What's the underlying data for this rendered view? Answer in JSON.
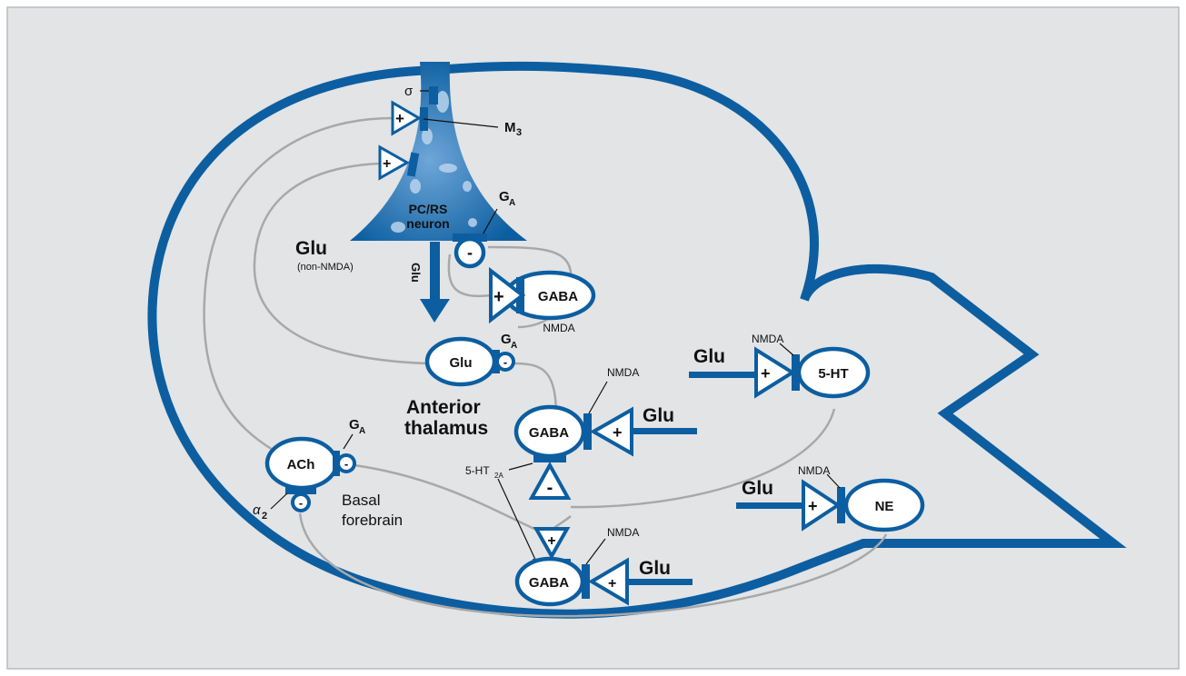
{
  "colors": {
    "panel_bg": "#e2e4e6",
    "panel_border": "#b8babd",
    "brain_outline": "#0c5ea0",
    "connection": "#a8a8a8",
    "neuron_fill": "#ffffff"
  },
  "labels": {
    "sigma": "σ",
    "m3": "M",
    "m3_sub": "3",
    "pcrs_line1": "PC/RS",
    "pcrs_line2": "neuron",
    "ga": "G",
    "ga_sub": "A",
    "glu": "Glu",
    "non_nmda": "(non-NMDA)",
    "glu_arrow": "Glu",
    "gaba": "GABA",
    "nmda": "NMDA",
    "anterior": "Anterior",
    "thalamus": "thalamus",
    "ach": "ACh",
    "basal": "Basal",
    "forebrain": "forebrain",
    "alpha2": "α",
    "alpha2_sub": "2",
    "ht2a": "5-HT",
    "ht2a_sub": "2A",
    "ht": "5-HT",
    "ne": "NE",
    "plus": "+",
    "minus": "-"
  }
}
